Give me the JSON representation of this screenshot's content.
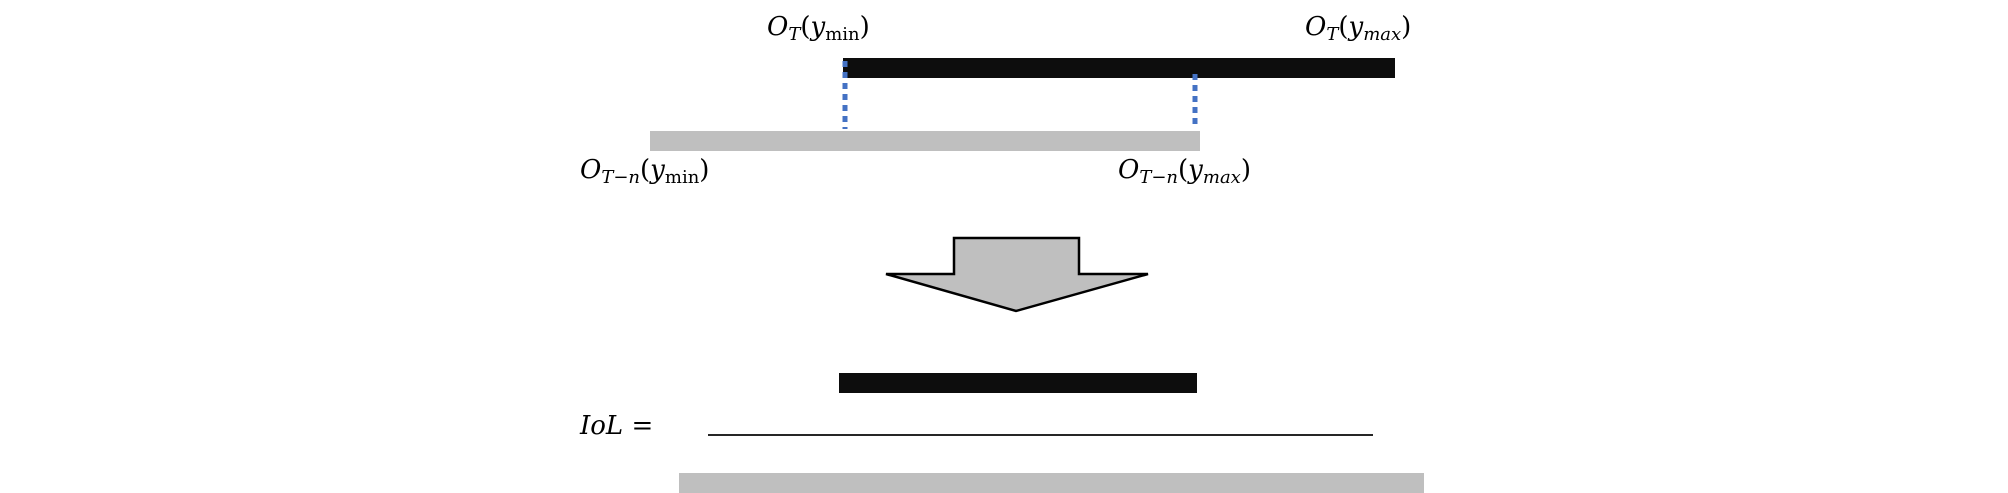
{
  "labels": {
    "ot_ymin": {
      "O": "O",
      "sub": "T",
      "open": "(",
      "y": "y",
      "ysub": "min",
      "close": ")"
    },
    "ot_ymax": {
      "O": "O",
      "sub": "T",
      "open": "(",
      "y": "y",
      "ysub": "max",
      "close": ")"
    },
    "otn_ymin": {
      "O": "O",
      "sub": "T−n",
      "open": "(",
      "y": "y",
      "ysub": "min",
      "close": ")"
    },
    "otn_ymax": {
      "O": "O",
      "sub": "T−n",
      "open": "(",
      "y": "y",
      "ysub": "max",
      "close": ")"
    },
    "iol": "IoL ="
  },
  "colors": {
    "current_bar": "#0d0d0d",
    "previous_bar": "#bfbfbf",
    "guide_line": "#4472c4",
    "arrow_fill": "#bfbfbf",
    "arrow_stroke": "#000000"
  },
  "icons": {
    "arrow": "down-arrow-icon"
  }
}
